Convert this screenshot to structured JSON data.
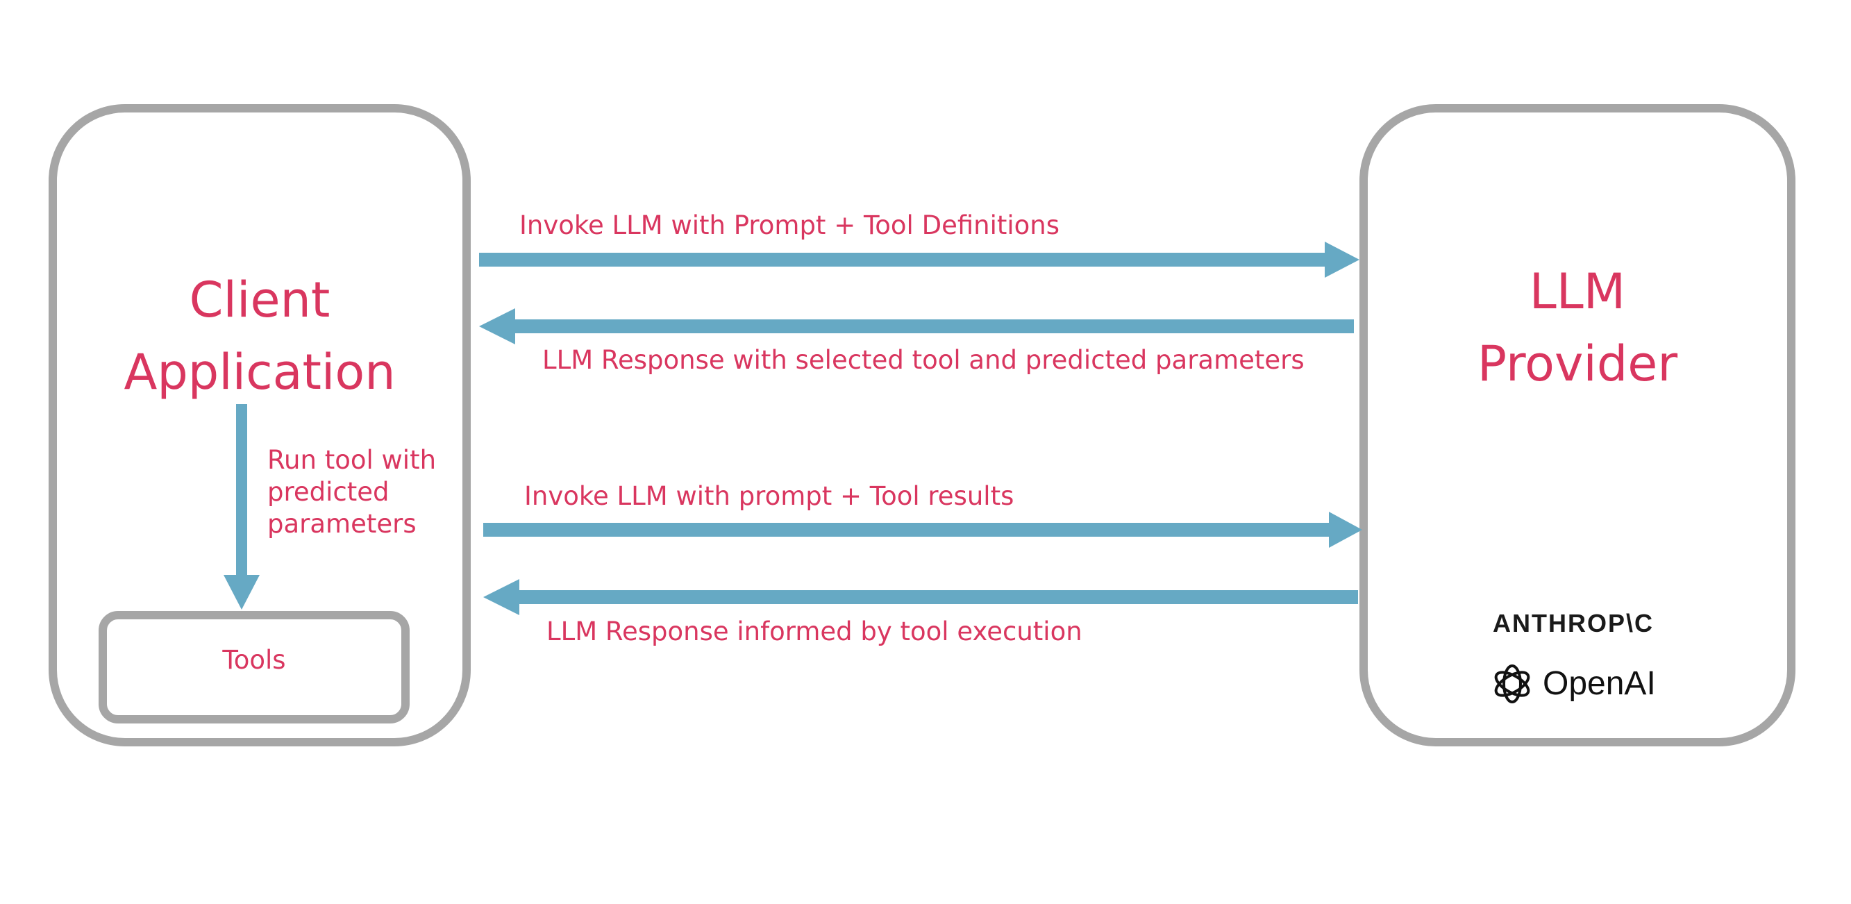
{
  "client": {
    "title_line1": "Client",
    "title_line2": "Application"
  },
  "provider": {
    "title_line1": "LLM",
    "title_line2": "Provider",
    "logos": {
      "anthropic": "ANTHROP\\C",
      "openai": "OpenAI"
    }
  },
  "tools": {
    "label": "Tools"
  },
  "run_tool": {
    "lines": [
      "Run tool with",
      "predicted",
      "parameters"
    ]
  },
  "arrows": {
    "invoke_prompt": "Invoke LLM with Prompt + Tool Definitions",
    "response_selected": "LLM Response with selected tool and predicted parameters",
    "invoke_results": "Invoke LLM with prompt + Tool results",
    "response_informed": "LLM Response informed by tool execution"
  },
  "colors": {
    "box_border": "#a6a6a6",
    "text": "#d9365f",
    "arrow": "#66a9c4"
  }
}
